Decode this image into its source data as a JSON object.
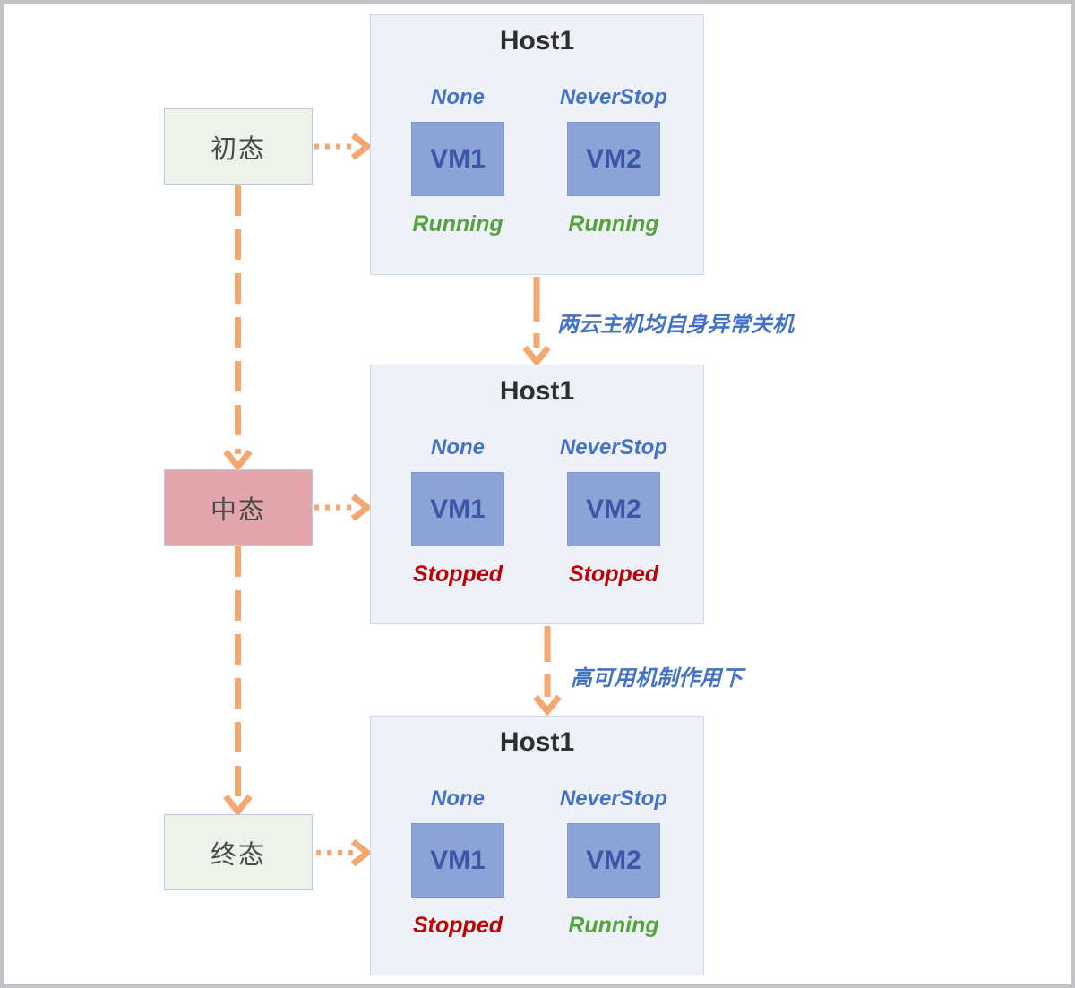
{
  "diagram": {
    "stages": [
      {
        "state": {
          "label": "初态",
          "bg": "#edf3ea"
        },
        "host": {
          "title": "Host1",
          "vms": [
            {
              "policy": "None",
              "name": "VM1",
              "status": "Running",
              "status_color": "#54a33a"
            },
            {
              "policy": "NeverStop",
              "name": "VM2",
              "status": "Running",
              "status_color": "#54a33a"
            }
          ]
        }
      },
      {
        "state": {
          "label": "中态",
          "bg": "#e2a7ac"
        },
        "host": {
          "title": "Host1",
          "vms": [
            {
              "policy": "None",
              "name": "VM1",
              "status": "Stopped",
              "status_color": "#c00000"
            },
            {
              "policy": "NeverStop",
              "name": "VM2",
              "status": "Stopped",
              "status_color": "#c00000"
            }
          ]
        }
      },
      {
        "state": {
          "label": "终态",
          "bg": "#edf3ea"
        },
        "host": {
          "title": "Host1",
          "vms": [
            {
              "policy": "None",
              "name": "VM1",
              "status": "Stopped",
              "status_color": "#c00000"
            },
            {
              "policy": "NeverStop",
              "name": "VM2",
              "status": "Running",
              "status_color": "#54a33a"
            }
          ]
        }
      }
    ],
    "transitions": [
      {
        "label": "两云主机均自身异常关机"
      },
      {
        "label": "高可用机制作用下"
      }
    ],
    "colors": {
      "arrow_orange": "#f4a771",
      "policy_blue": "#4472c4",
      "running_green": "#54a33a",
      "stopped_red": "#c00000",
      "vm_fill": "#8ba3d7",
      "vm_text": "#3b58a8",
      "host_bg": "#eef1f8",
      "state_green_bg": "#edf3ea",
      "state_pink_bg": "#e2a7ac"
    }
  }
}
